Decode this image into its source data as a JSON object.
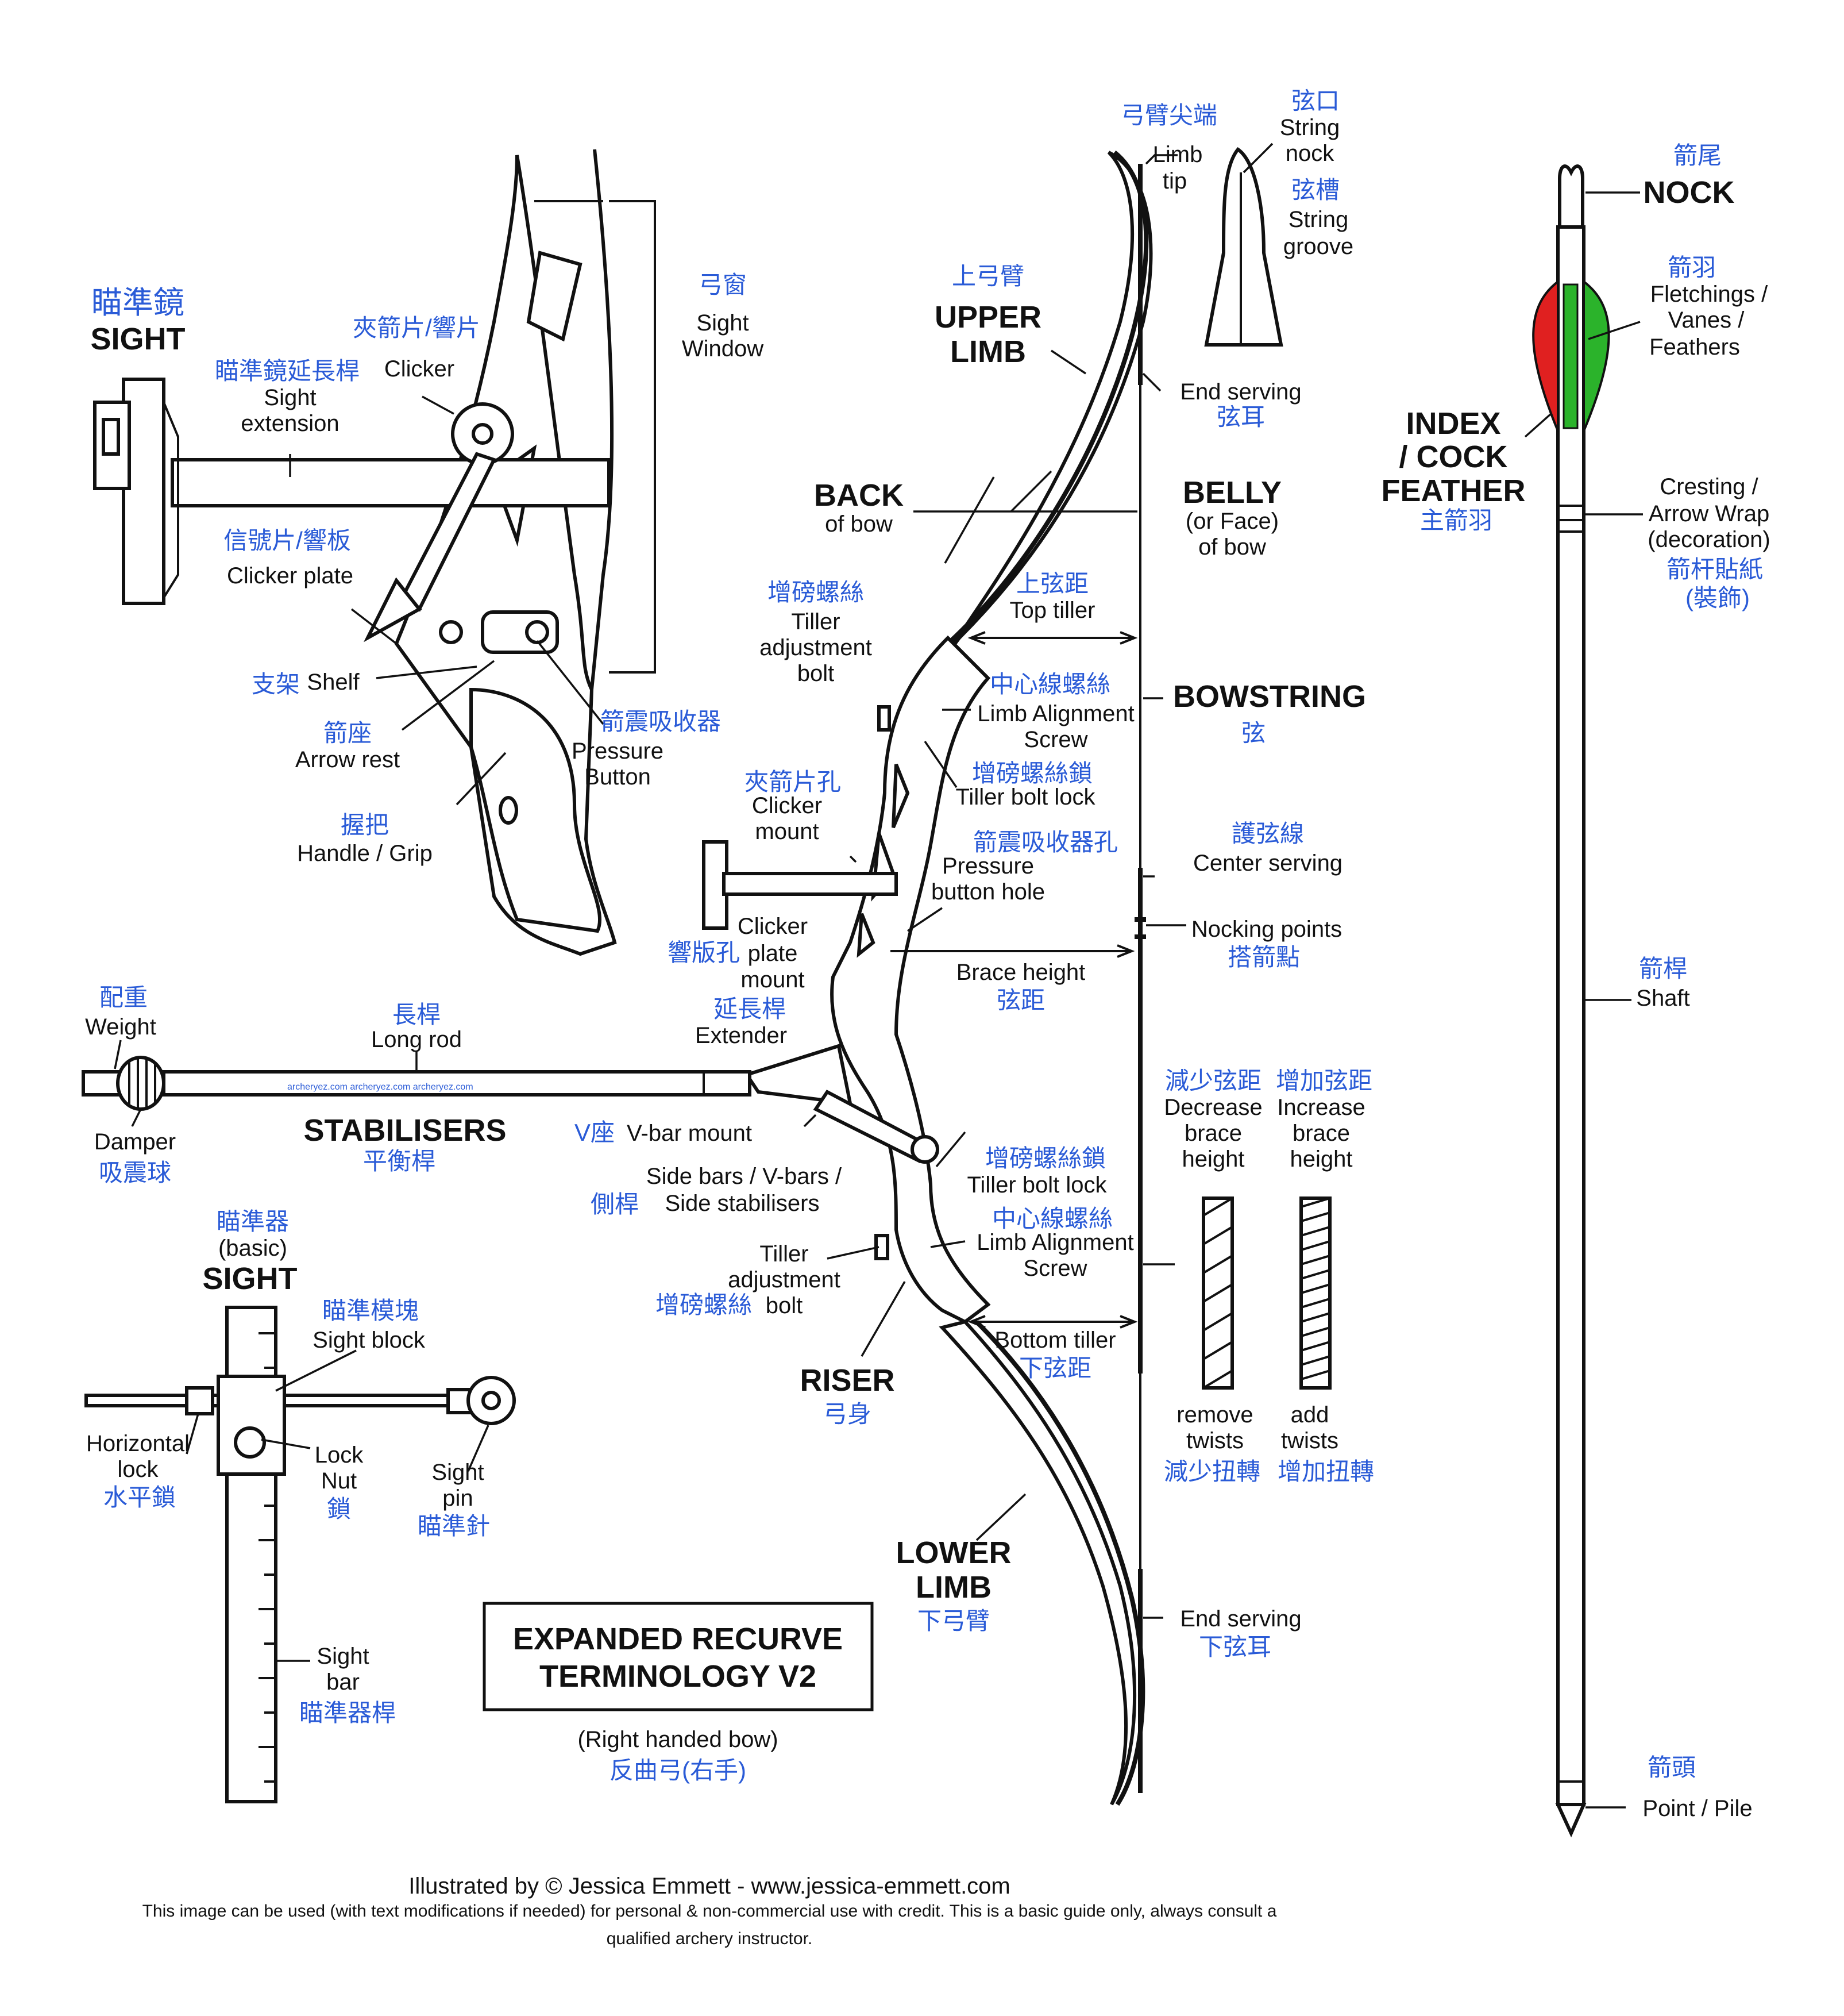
{
  "title": {
    "line1": "EXPANDED RECURVE",
    "line2": "TERMINOLOGY V2"
  },
  "subtitle": {
    "en": "(Right handed bow)",
    "zh": "反曲弓(右手)"
  },
  "credit": {
    "line1": "Illustrated by © Jessica Emmett - www.jessica-emmett.com",
    "line2": "This image can be used (with text modifications if needed) for personal & non-commercial use with credit. This is a basic guide only, always consult a",
    "line3": "qualified archery instructor."
  },
  "watermark": "archeryez.com archeryez.com archeryez.com",
  "colors": {
    "english": "#111111",
    "chinese": "#2a5bd7",
    "fletch_red": "#e02020",
    "fletch_green": "#2bb32b"
  },
  "riser_detail": {
    "sight": {
      "zh": "瞄準鏡",
      "en": "SIGHT"
    },
    "sight_extension": {
      "zh": "瞄準鏡延長桿",
      "en1": "Sight",
      "en2": "extension"
    },
    "clicker": {
      "zh": "夾箭片/響片",
      "en": "Clicker"
    },
    "sight_window": {
      "zh": "弓窗",
      "en1": "Sight",
      "en2": "Window"
    },
    "clicker_plate": {
      "zh": "信號片/響板",
      "en": "Clicker plate"
    },
    "shelf": {
      "zh": "支架",
      "en": "Shelf"
    },
    "arrow_rest": {
      "zh": "箭座",
      "en": "Arrow rest"
    },
    "pressure_button": {
      "zh": "箭震吸收器",
      "en1": "Pressure",
      "en2": "Button"
    },
    "handle": {
      "zh": "握把",
      "en": "Handle / Grip"
    }
  },
  "bow": {
    "limb_tip": {
      "zh": "弓臂尖端",
      "en1": "Limb",
      "en2": "tip"
    },
    "string_nock": {
      "zh": "弦口",
      "en1": "String",
      "en2": "nock"
    },
    "string_groove": {
      "zh": "弦槽",
      "en1": "String",
      "en2": "groove"
    },
    "upper_limb": {
      "zh": "上弓臂",
      "en1": "UPPER",
      "en2": "LIMB"
    },
    "end_serving_top": {
      "en": "End serving",
      "zh": "弦耳"
    },
    "back": {
      "en1": "BACK",
      "en2": "of bow"
    },
    "belly": {
      "en1": "BELLY",
      "en2": "(or Face)",
      "en3": "of bow"
    },
    "top_tiller": {
      "zh": "上弦距",
      "en": "Top tiller"
    },
    "tiller_bolt_top": {
      "zh": "增磅螺絲",
      "en1": "Tiller",
      "en2": "adjustment",
      "en3": "bolt"
    },
    "limb_align_top": {
      "zh": "中心線螺絲",
      "en1": "Limb Alignment",
      "en2": "Screw"
    },
    "bowstring": {
      "en": "BOWSTRING",
      "zh": "弦"
    },
    "tiller_lock_top": {
      "zh": "增磅螺絲鎖",
      "en": "Tiller bolt lock"
    },
    "clicker_mount": {
      "zh": "夾箭片孔",
      "en1": "Clicker",
      "en2": "mount"
    },
    "pressure_hole": {
      "zh": "箭震吸收器孔",
      "en1": "Pressure",
      "en2": "button hole"
    },
    "center_serving": {
      "zh": "護弦線",
      "en": "Center serving"
    },
    "clicker_plate_mount": {
      "zh": "響版孔",
      "en1": "Clicker",
      "en2": "plate",
      "en3": "mount"
    },
    "nocking_points": {
      "en": "Nocking points",
      "zh": "搭箭點"
    },
    "brace_height": {
      "en": "Brace height",
      "zh": "弦距"
    },
    "extender": {
      "zh": "延長桿",
      "en": "Extender"
    },
    "vbar_mount": {
      "zh": "V座",
      "en": "V-bar mount"
    },
    "side_bars": {
      "en1": "Side bars / V-bars /",
      "zh": "側桿",
      "en2": "Side stabilisers"
    },
    "tiller_lock_bottom": {
      "zh": "增磅螺絲鎖",
      "en": "Tiller bolt lock"
    },
    "limb_align_bottom": {
      "zh": "中心線螺絲",
      "en1": "Limb Alignment",
      "en2": "Screw"
    },
    "tiller_bolt_bottom": {
      "en1": "Tiller",
      "en2": "adjustment",
      "zh": "增磅螺絲",
      "en3": "bolt"
    },
    "bottom_tiller": {
      "en": "Bottom tiller",
      "zh": "下弦距"
    },
    "riser": {
      "en": "RISER",
      "zh": "弓身"
    },
    "lower_limb": {
      "en1": "LOWER",
      "en2": "LIMB",
      "zh": "下弓臂"
    },
    "end_serving_bottom": {
      "en": "End serving",
      "zh": "下弦耳"
    }
  },
  "twist": {
    "decrease": {
      "zh": "減少弦距",
      "en1": "Decrease",
      "en2": "brace",
      "en3": "height"
    },
    "increase": {
      "zh": "增加弦距",
      "en1": "Increase",
      "en2": "brace",
      "en3": "height"
    },
    "remove": {
      "en1": "remove",
      "en2": "twists",
      "zh": "減少扭轉"
    },
    "add": {
      "en1": "add",
      "en2": "twists",
      "zh": "增加扭轉"
    }
  },
  "stabiliser": {
    "weight": {
      "zh": "配重",
      "en": "Weight"
    },
    "long_rod": {
      "zh": "長桿",
      "en": "Long rod"
    },
    "damper": {
      "en": "Damper",
      "zh": "吸震球"
    },
    "stabilisers": {
      "en": "STABILISERS",
      "zh": "平衡桿"
    }
  },
  "basic_sight": {
    "title": {
      "zh": "瞄準器",
      "en1": "(basic)",
      "en2": "SIGHT"
    },
    "sight_block": {
      "zh": "瞄準模塊",
      "en": "Sight block"
    },
    "horizontal_lock": {
      "en1": "Horizontal",
      "en2": "lock",
      "zh": "水平鎖"
    },
    "lock_nut": {
      "en1": "Lock",
      "en2": "Nut",
      "zh": "鎖"
    },
    "sight_pin": {
      "en1": "Sight",
      "en2": "pin",
      "zh": "瞄準針"
    },
    "sight_bar": {
      "en1": "Sight",
      "en2": "bar",
      "zh": "瞄準器桿"
    }
  },
  "arrow": {
    "nock": {
      "zh": "箭尾",
      "en": "NOCK"
    },
    "fletchings": {
      "zh": "箭羽",
      "en1": "Fletchings /",
      "en2": "Vanes /",
      "en3": "Feathers"
    },
    "index": {
      "en1": "INDEX",
      "en2": "/ COCK",
      "en3": "FEATHER",
      "zh": "主箭羽"
    },
    "cresting": {
      "en1": "Cresting /",
      "en2": "Arrow Wrap",
      "en3": "(decoration)",
      "zh1": "箭杆貼紙",
      "zh2": "(裝飾)"
    },
    "shaft": {
      "zh": "箭桿",
      "en": "Shaft"
    },
    "point": {
      "zh": "箭頭",
      "en": "Point / Pile"
    }
  }
}
